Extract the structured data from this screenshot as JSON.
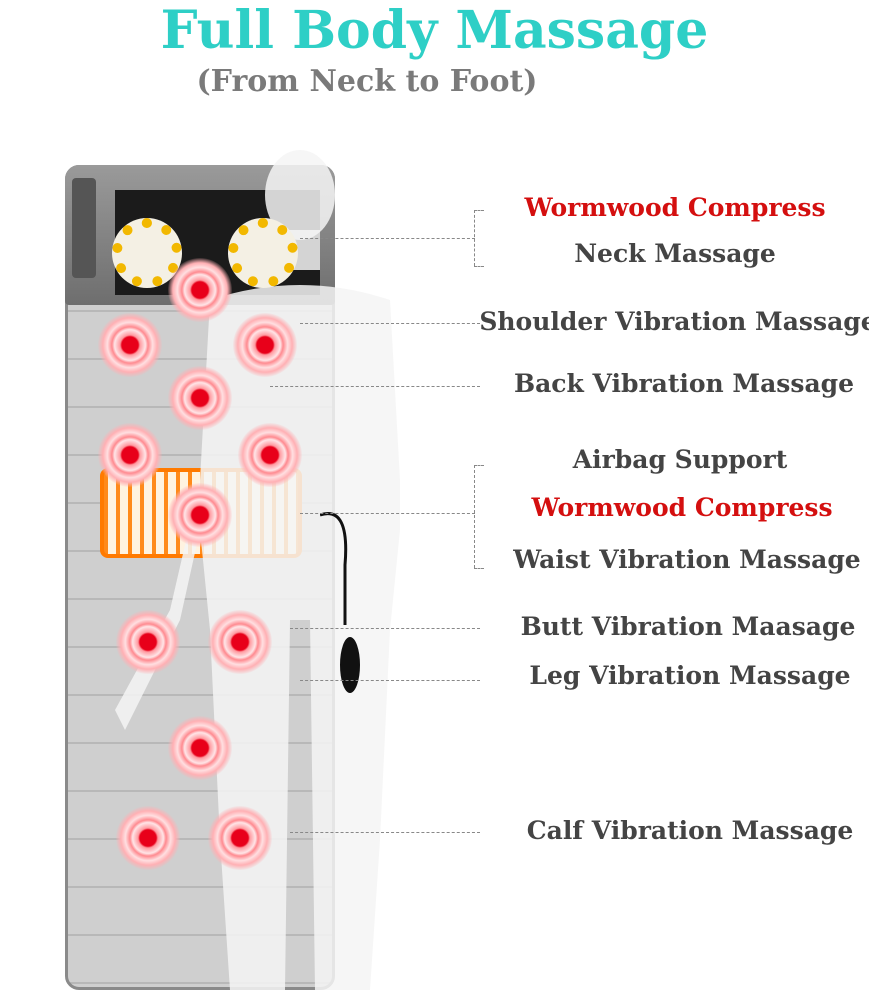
{
  "title": "Full Body Massage",
  "subtitle": "(From Neck to Foot)",
  "colors": {
    "title": "#2ecfc6",
    "highlight": "#d40f0f",
    "label": "#444444"
  },
  "labels": {
    "neck_wormwood": "Wormwood Compress",
    "neck": "Neck Massage",
    "shoulder": "Shoulder Vibration Massage",
    "back": "Back Vibration Massage",
    "airbag": "Airbag Support",
    "waist_wormwood": "Wormwood Compress",
    "waist": "Waist Vibration Massage",
    "butt": "Butt Vibration Maasage",
    "leg": "Leg Vibration Massage",
    "calf": "Calf Vibration Massage"
  }
}
